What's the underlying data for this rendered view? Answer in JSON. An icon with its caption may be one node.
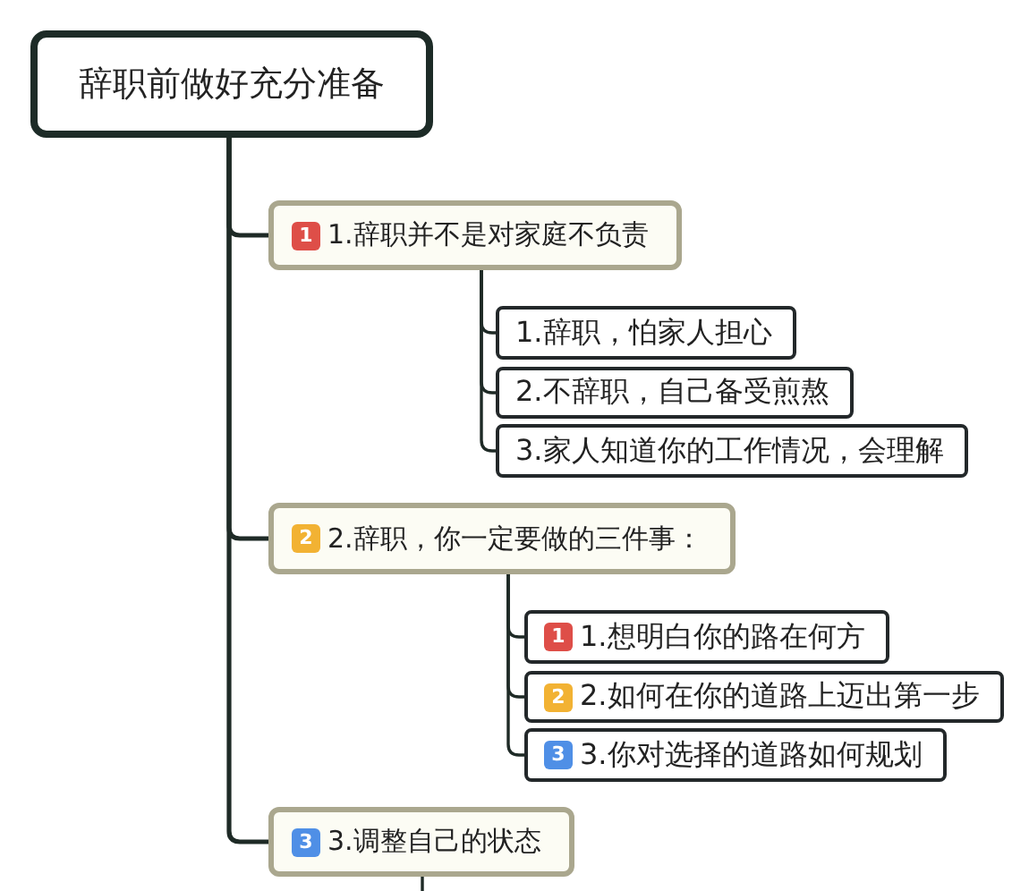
{
  "diagram": {
    "nodes": [
      {
        "text": [
          "辞职前做好充分准备"
        ]
      },
      {
        "text": [
          "1",
          "1.辞职并不是对家庭不负责"
        ]
      },
      {
        "text": [
          "1.辞职，怕家人担心"
        ]
      },
      {
        "text": [
          "2.不辞职，自己备受煎熬"
        ]
      },
      {
        "text": [
          "3.家人知道你的工作情况，会理解"
        ]
      },
      {
        "text": [
          "2",
          "2.辞职，你一定要做的三件事："
        ]
      },
      {
        "text": [
          "1",
          "1.想明白你的路在何方"
        ]
      },
      {
        "text": [
          "2",
          "2.如何在你的道路上迈出第一步"
        ]
      },
      {
        "text": [
          "3",
          "3.你对选择的道路如何规划"
        ]
      },
      {
        "text": [
          "3",
          "3.调整自己的状态"
        ]
      }
    ],
    "edges": [
      {
        "from": 0,
        "to": 1,
        "arrow": "none"
      },
      {
        "from": 1,
        "to": 2,
        "arrow": "none"
      },
      {
        "from": 1,
        "to": 3,
        "arrow": "none"
      },
      {
        "from": 1,
        "to": 4,
        "arrow": "none"
      },
      {
        "from": 0,
        "to": 5,
        "arrow": "none"
      },
      {
        "from": 5,
        "to": 6,
        "arrow": "none"
      },
      {
        "from": 5,
        "to": 7,
        "arrow": "none"
      },
      {
        "from": 5,
        "to": 8,
        "arrow": "none"
      },
      {
        "from": 0,
        "to": 9,
        "arrow": "none"
      },
      {
        "from": 9,
        "to": null,
        "arrow": "none"
      }
    ]
  }
}
